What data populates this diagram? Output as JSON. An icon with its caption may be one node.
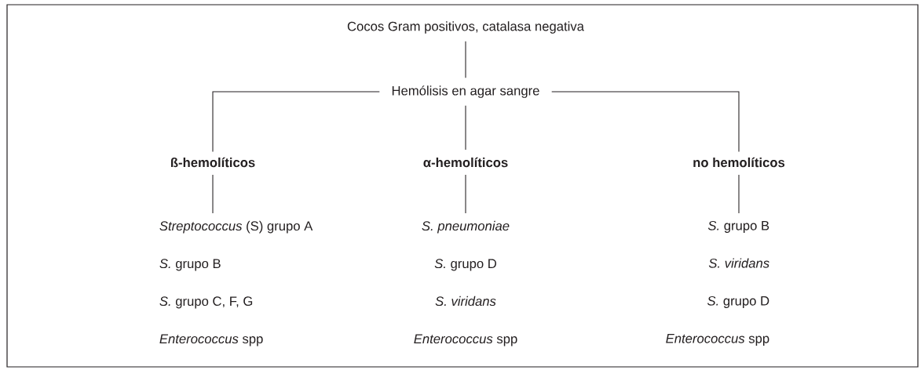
{
  "diagram": {
    "nodes": [
      {
        "text": [
          "Cocos Gram positivos, catalasa negativa"
        ]
      },
      {
        "text": [
          "Hemólisis en agar sangre"
        ]
      },
      {
        "text": [
          "ß-hemolíticos"
        ]
      },
      {
        "text": [
          "α-hemolíticos"
        ]
      },
      {
        "text": [
          "no hemolíticos"
        ]
      },
      {
        "text": [
          "*Streptococcus* (S) grupo A",
          "*S.* grupo B",
          "*S.* grupo C, F, G",
          "*Enterococcus* spp"
        ]
      },
      {
        "text": [
          "*S. pneumoniae*",
          "*S.* grupo D",
          "*S. viridans*",
          "*Enterococcus* spp"
        ]
      },
      {
        "text": [
          "*S.* grupo B",
          "*S. viridans*",
          "*S.* grupo D",
          "*Enterococcus* spp"
        ]
      }
    ],
    "edges": [
      {
        "from": 0,
        "to": 1,
        "arrow": "none"
      },
      {
        "from": 1,
        "to": 2,
        "arrow": "none"
      },
      {
        "from": 1,
        "to": 3,
        "arrow": "none"
      },
      {
        "from": 1,
        "to": 4,
        "arrow": "none"
      },
      {
        "from": 2,
        "to": 5,
        "arrow": "none"
      },
      {
        "from": 3,
        "to": 6,
        "arrow": "none"
      },
      {
        "from": 4,
        "to": 7,
        "arrow": "none"
      }
    ]
  }
}
